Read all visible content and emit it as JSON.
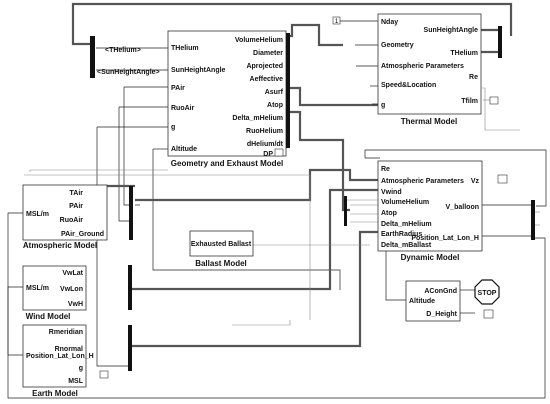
{
  "blocks": {
    "geometry": {
      "title": "Geometry and Exhaust Model",
      "inputs": [
        "THelium",
        "SunHeightAngle",
        "PAir",
        "RuoAir",
        "g",
        "Altitude"
      ],
      "outputs": [
        "VolumeHelium",
        "Diameter",
        "Aprojected",
        "Aeffective",
        "Asurf",
        "Atop",
        "Delta_mHelium",
        "RuoHelium",
        "dHelium/dt",
        "DP"
      ]
    },
    "thermal": {
      "title": "Thermal Model",
      "inputs": [
        "Nday",
        "Geometry",
        "Atmospheric Parameters",
        "Speed&Location",
        "g"
      ],
      "outputs": [
        "SunHeightAngle",
        "THelium",
        "Re",
        "Tfilm"
      ]
    },
    "atmospheric": {
      "title": "Atmospheric Model",
      "inputs": [
        "MSL/m"
      ],
      "outputs": [
        "TAir",
        "PAir",
        "RuoAir",
        "PAir_Ground"
      ]
    },
    "wind": {
      "title": "Wind Model",
      "inputs": [
        "MSL/m"
      ],
      "outputs": [
        "VwLat",
        "VwLon",
        "VwH"
      ]
    },
    "earth": {
      "title": "Earth Model",
      "inputs": [
        "Position_Lat_Lon_H"
      ],
      "outputs": [
        "Rmeridian",
        "Rnormal",
        "g",
        "MSL"
      ]
    },
    "ballast": {
      "title": "Ballast Model",
      "inner": "Exhausted Ballast"
    },
    "dynamic": {
      "title": "Dynamic Model",
      "inputs": [
        "Re",
        "Atmospheric Parameters",
        "Vwind",
        "VolumeHelium",
        "Atop",
        "Delta_mHelium",
        "EarthRadius",
        "Delta_mBallast"
      ],
      "outputs": [
        "Vz",
        "V_balloon",
        "Position_Lat_Lon_H"
      ]
    },
    "acon": {
      "inputs": [
        "Altitude"
      ],
      "outputs": [
        "AConGnd",
        "D_Height"
      ]
    }
  },
  "goto_tags": {
    "thelium": "<THelium>",
    "sunheight": "<SunHeightAngle>"
  },
  "stop_label": "STOP",
  "constant_label": "1"
}
